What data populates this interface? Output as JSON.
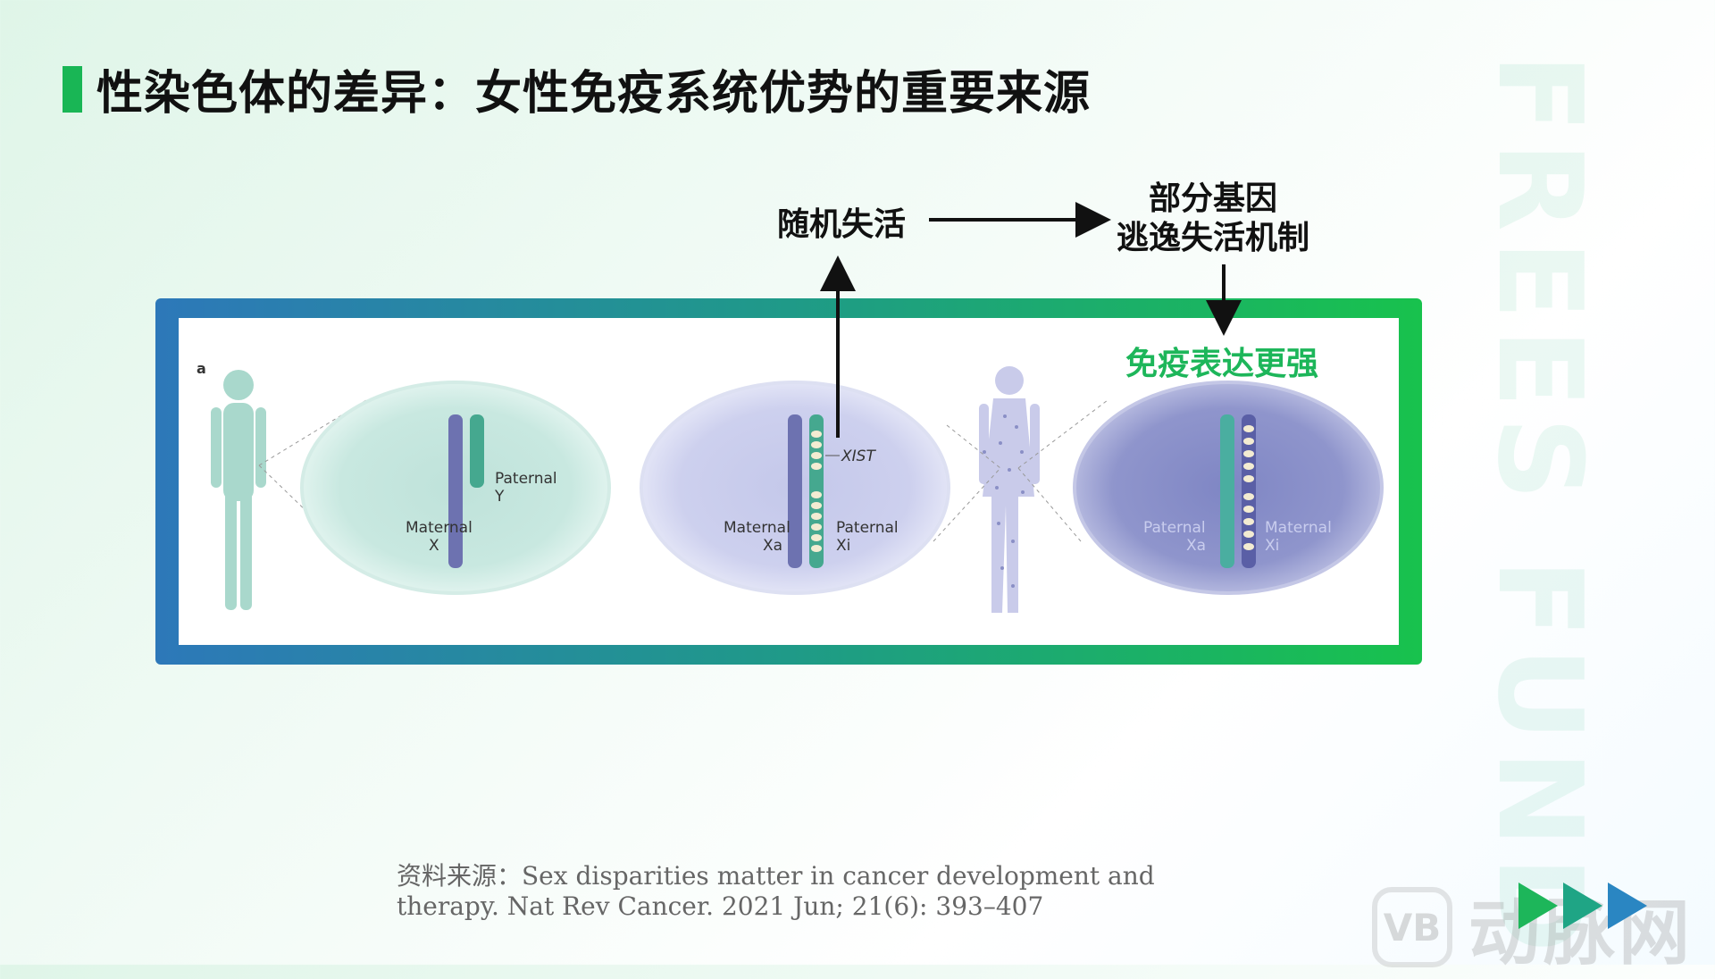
{
  "title": "性染色体的差异：女性免疫系统优势的重要来源",
  "watermark": "FREES FUND",
  "labels": {
    "random_inactivation": "随机失活",
    "escape_line1": "部分基因",
    "escape_line2": "逃逸失活机制",
    "immune_stronger": "免疫表达更强"
  },
  "figure": {
    "panel_letter": "a",
    "cell1": {
      "chr_a": "Maternal",
      "chr_a_sub": "X",
      "chr_b": "Paternal",
      "chr_b_sub": "Y"
    },
    "cell2": {
      "chr_a": "Maternal",
      "chr_a_sub": "Xa",
      "chr_b": "Paternal",
      "chr_b_sub": "Xi",
      "gene": "XIST"
    },
    "cell3": {
      "chr_a": "Paternal",
      "chr_a_sub": "Xa",
      "chr_b": "Maternal",
      "chr_b_sub": "Xi"
    }
  },
  "source_line1": "资料来源：Sex disparities matter in cancer development and",
  "source_line2": "therapy. Nat Rev Cancer. 2021 Jun; 21(6): 393–407",
  "brand": {
    "logo_text": "VB",
    "name": "动脉网"
  },
  "colors": {
    "accent_green": "#19b655",
    "frame_blue": "#2d78b9",
    "frame_green": "#18c24d"
  }
}
